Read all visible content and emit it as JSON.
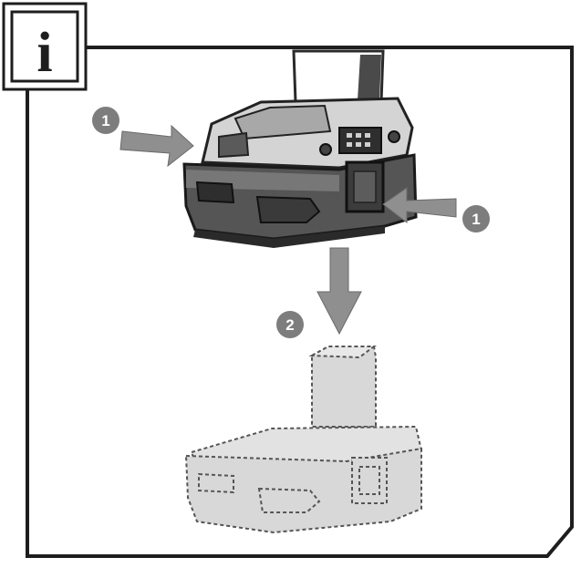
{
  "info_icon": {
    "glyph": "i"
  },
  "callouts": [
    {
      "id": "press-left",
      "label": "1"
    },
    {
      "id": "press-right",
      "label": "1"
    },
    {
      "id": "pull-down",
      "label": "2"
    }
  ],
  "icons": [
    "info-icon",
    "power-tool",
    "battery-pack",
    "arrow-right",
    "arrow-left",
    "arrow-down"
  ],
  "colors": {
    "frame": "#1e1e1e",
    "tool_dark": "#3a3a3a",
    "tool_mid": "#5a5a5a",
    "tool_light": "#bdbdbd",
    "battery_fill": "#d8d8d8",
    "arrow": "#8f8f8f",
    "callout_bg": "#7d7d7d"
  }
}
